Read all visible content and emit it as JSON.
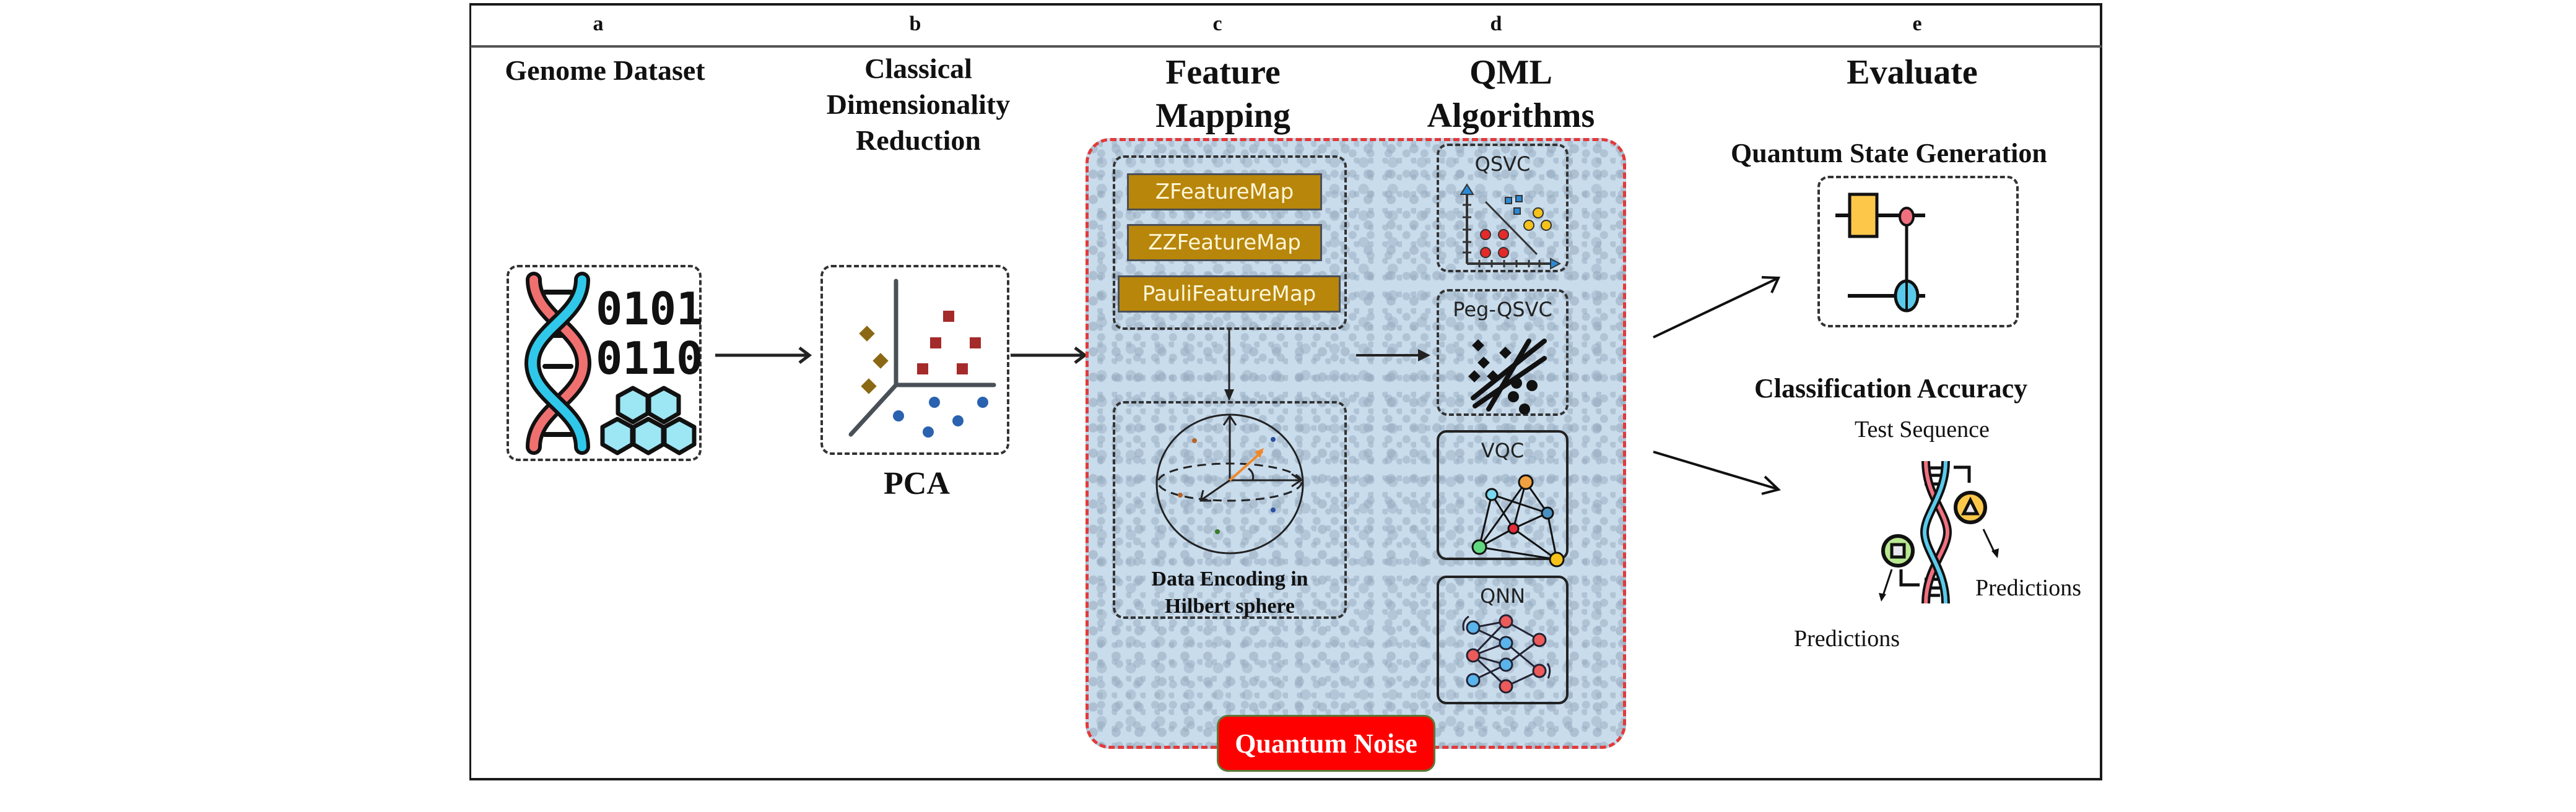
{
  "figure": {
    "panel_letters": [
      "a",
      "b",
      "c",
      "d",
      "e"
    ],
    "stages": {
      "a": {
        "title": "Genome Dataset",
        "icon": "dna-binary-hexagon-icon",
        "binary_lines": [
          "0101",
          "0110"
        ]
      },
      "b": {
        "title_lines": [
          "Classical",
          "Dimensionality",
          "Reduction"
        ],
        "method_label": "PCA",
        "icon": "pca-3d-scatter-icon"
      },
      "c": {
        "title_lines": [
          "Feature",
          "Mapping"
        ],
        "feature_maps": [
          "ZFeatureMap",
          "ZZFeatureMap",
          "PauliFeatureMap"
        ],
        "encoding_label_lines": [
          "Data Encoding in",
          "Hilbert sphere"
        ],
        "icon": "bloch-sphere-icon"
      },
      "d": {
        "title_lines": [
          "QML",
          "Algorithms"
        ],
        "algorithms": [
          {
            "label": "QSVC",
            "icon": "svm-scatter-icon"
          },
          {
            "label": "Peg-QSVC",
            "icon": "pegasos-hyperplanes-icon"
          },
          {
            "label": "VQC",
            "icon": "graph-network-icon"
          },
          {
            "label": "QNN",
            "icon": "neural-network-icon"
          }
        ]
      },
      "e": {
        "title": "Evaluate",
        "state_generation_title": "Quantum State Generation",
        "classification_title": "Classification Accuracy",
        "test_sequence_label": "Test Sequence",
        "predictions_labels": [
          "Predictions",
          "Predictions"
        ]
      }
    },
    "noise_badge": "Quantum Noise",
    "colors": {
      "feature_map_fill": "#b8860b",
      "quantum_region_fill": "#c9dcec",
      "quantum_region_border": "#e23a3a",
      "noise_badge": "#ff0000",
      "dna_red": "#f07070",
      "dna_blue": "#30c8ea"
    }
  }
}
